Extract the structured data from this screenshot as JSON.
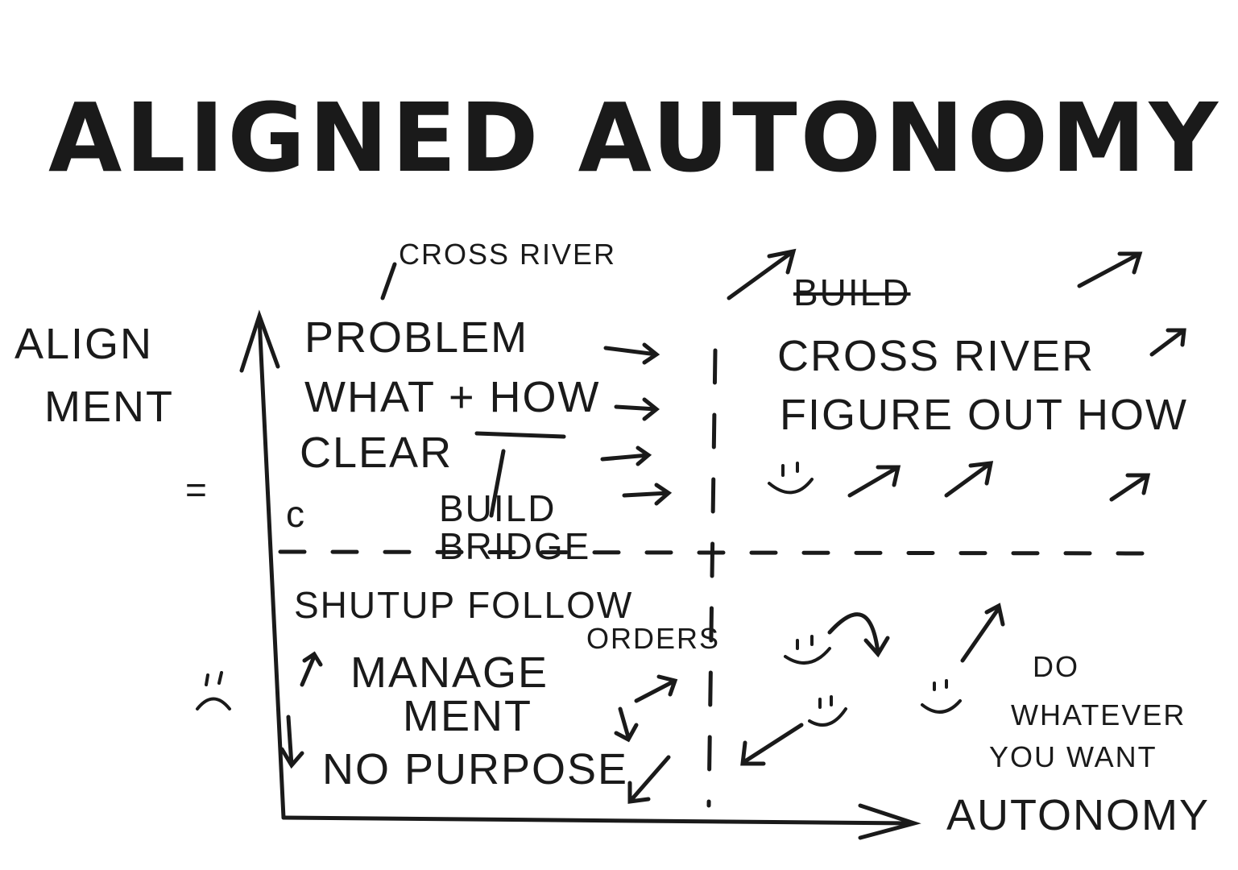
{
  "title": "ALIGNED AUTONOMY",
  "axes": {
    "y_label_1": "ALIGN",
    "y_label_2": "MENT",
    "x_label": "AUTONOMY"
  },
  "top_note": "CROSS RIVER",
  "top_left": {
    "lines": [
      "PROBLEM",
      "WHAT + HOW",
      "CLEAR"
    ],
    "c_mark": "c",
    "bridge_1": "BUILD",
    "bridge_2": "BRIDGE"
  },
  "top_right": {
    "crossed": "BUILD",
    "lines": [
      "CROSS RIVER",
      "FIGURE OUT HOW"
    ]
  },
  "bottom_left": {
    "line1": "SHUTUP FOLLOW",
    "orders": "ORDERS",
    "manage_1": "MANAGE",
    "manage_2": "MENT",
    "no_purpose": "NO PURPOSE"
  },
  "bottom_right": {
    "lines": [
      "DO",
      "WHATEVER",
      "YOU WANT"
    ]
  },
  "faces": {
    "neutral": "=",
    "sad": ":("
  }
}
